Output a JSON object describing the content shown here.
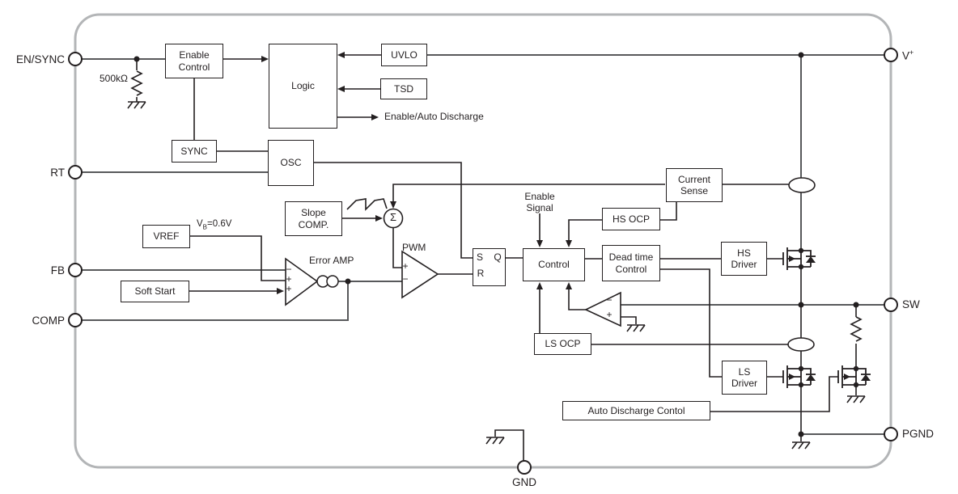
{
  "pins": {
    "en_sync": "EN/SYNC",
    "rt": "RT",
    "fb": "FB",
    "comp": "COMP",
    "vplus_base": "V",
    "vplus_sup": "+",
    "sw": "SW",
    "pgnd": "PGND",
    "gnd": "GND"
  },
  "blocks": {
    "enable_control": "Enable Control",
    "logic": "Logic",
    "uvlo": "UVLO",
    "tsd": "TSD",
    "sync": "SYNC",
    "osc": "OSC",
    "slope_comp": "Slope COMP.",
    "vref": "VREF",
    "soft_start": "Soft Start",
    "current_sense": "Current Sense",
    "hs_ocp": "HS OCP",
    "control": "Control",
    "dead_time": "Dead time Control",
    "hs_driver": "HS Driver",
    "ls_ocp": "LS OCP",
    "ls_driver": "LS Driver",
    "auto_discharge": "Auto Discharge Contol"
  },
  "latch": {
    "s": "S",
    "q": "Q",
    "r": "R"
  },
  "labels": {
    "pullup_resistor": "500kΩ",
    "vb_base": "V",
    "vb_sub": "B",
    "vb_rest": "=0.6V",
    "error_amp": "Error AMP",
    "pwm": "PWM",
    "enable_signal": "Enable Signal",
    "enable_auto_discharge": "Enable/Auto Discharge",
    "sigma": "Σ"
  },
  "signs": {
    "plus": "+",
    "minus": "−"
  },
  "colors": {
    "wire": "#2d2d2f",
    "trunk": "#58595b",
    "ic_border": "#b3b5b7",
    "text": "#231f20",
    "block_fill": "#ffffff"
  }
}
